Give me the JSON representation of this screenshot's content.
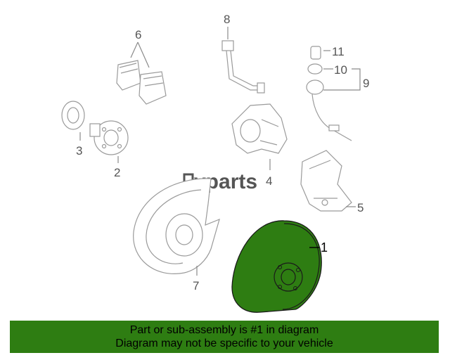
{
  "logo": {
    "text": "vparts"
  },
  "callouts": {
    "c1": "1",
    "c2": "2",
    "c3": "3",
    "c4": "4",
    "c5": "5",
    "c6": "6",
    "c7": "7",
    "c8": "8",
    "c9": "9",
    "c10": "10",
    "c11": "11"
  },
  "banner": {
    "line1": "Part or sub-assembly is #1 in diagram",
    "line2": "Diagram may not be specific to your vehicle"
  },
  "colors": {
    "highlight": "#2e7d12",
    "banner_bg": "#2e7d12",
    "part_stroke": "#9a9a9a"
  }
}
